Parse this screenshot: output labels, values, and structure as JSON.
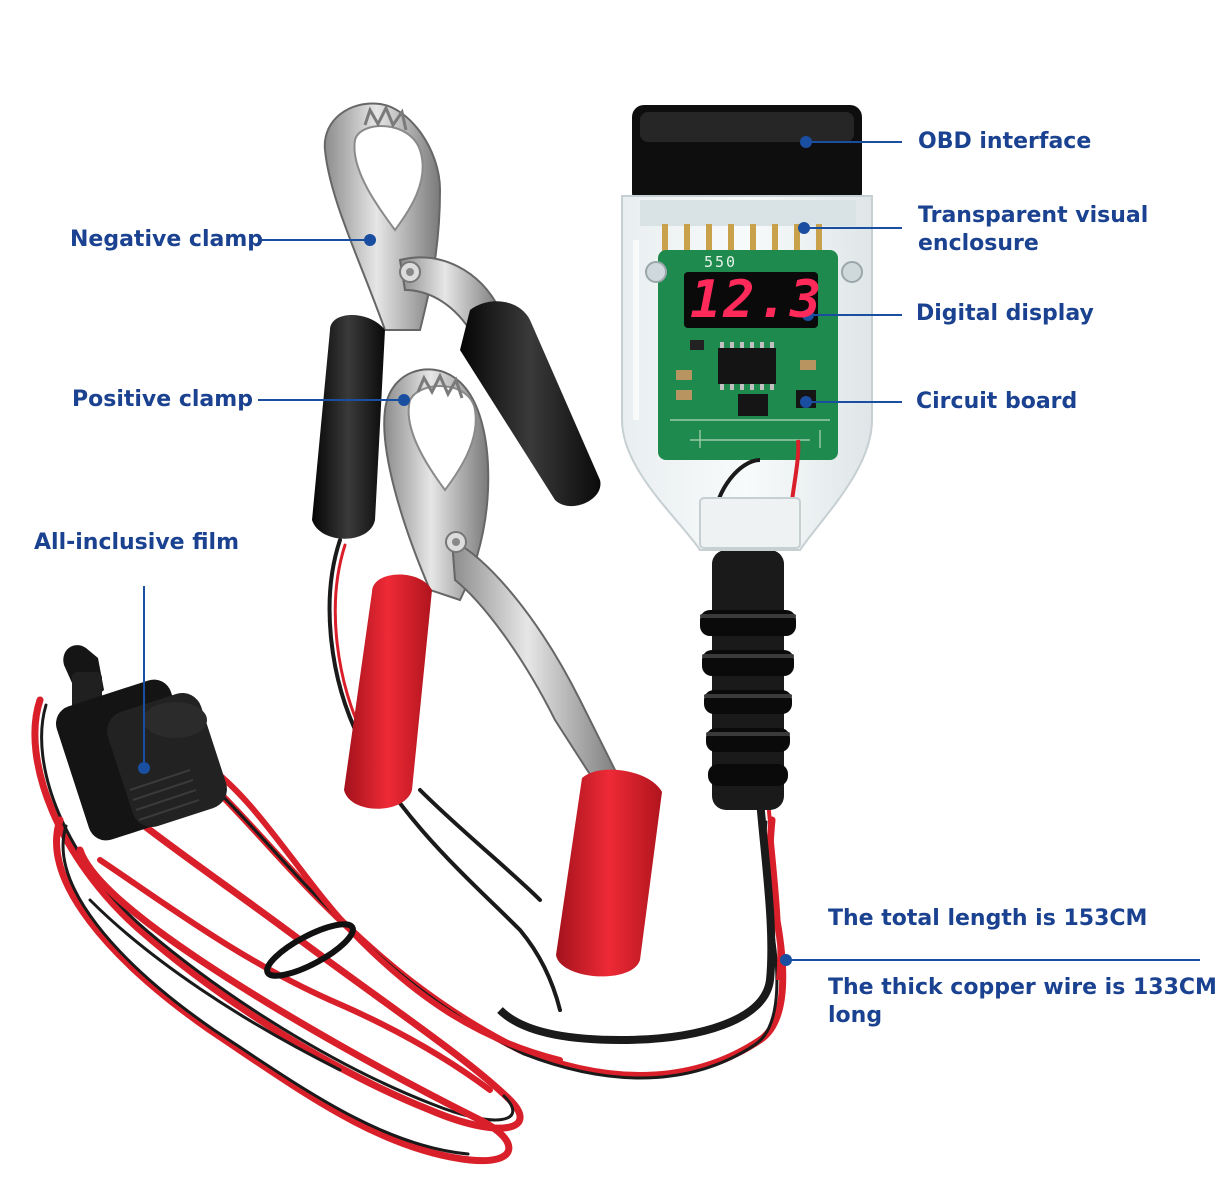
{
  "labels": {
    "obd_interface": "OBD interface",
    "transparent_enclosure_line1": "Transparent visual",
    "transparent_enclosure_line2": "enclosure",
    "digital_display": "Digital display",
    "circuit_board": "Circuit board",
    "negative_clamp": "Negative clamp",
    "positive_clamp": "Positive clamp",
    "all_inclusive_film": "All-inclusive film",
    "total_length": "The total length is 153CM",
    "copper_wire_line1": "The thick copper wire is 133CM",
    "copper_wire_line2": "long"
  },
  "device": {
    "display_reading": "12.3",
    "board_marking": "550"
  },
  "colors": {
    "label_text": "#1a4290",
    "leader_line": "#1a4ea0",
    "wire_red": "#d9202a",
    "wire_black": "#1a1a1a",
    "sleeve_red": "#e0222f",
    "sleeve_black": "#161616",
    "pcb_green": "#1f8a4e",
    "led_red": "#ff2a5a"
  }
}
